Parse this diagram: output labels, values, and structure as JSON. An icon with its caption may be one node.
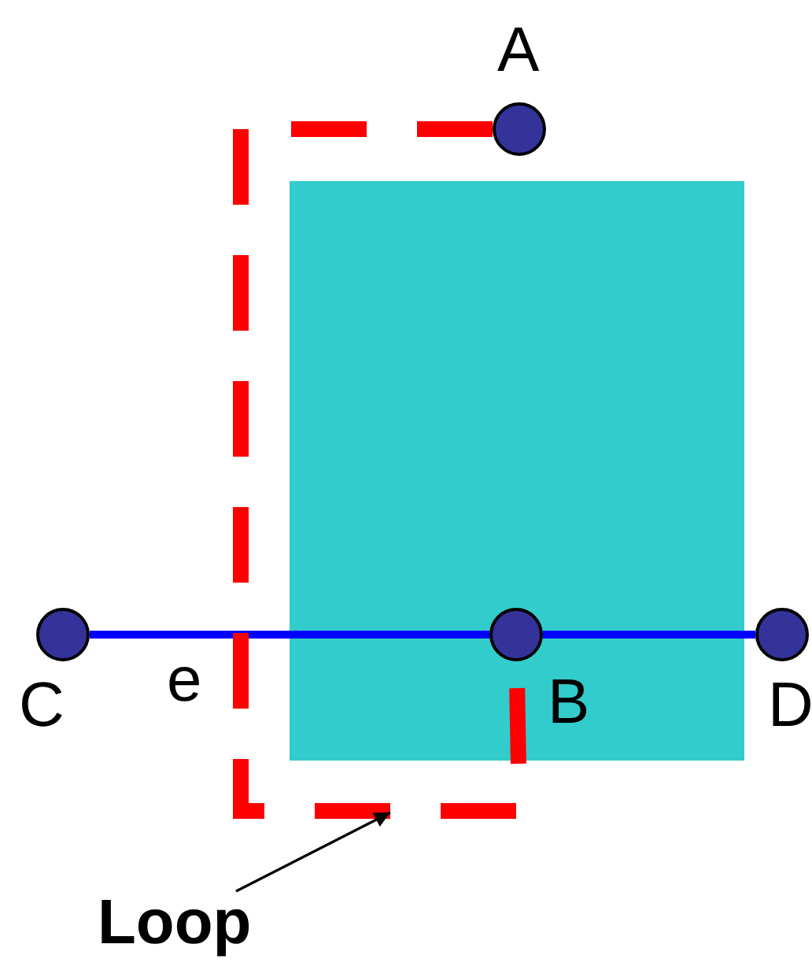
{
  "diagram": {
    "nodes": [
      {
        "text": [
          "A"
        ]
      },
      {
        "text": [
          "B"
        ]
      },
      {
        "text": [
          "C"
        ]
      },
      {
        "text": [
          "D"
        ]
      },
      {
        "text": [
          "Loop"
        ]
      }
    ],
    "edges": [
      {
        "from": 2,
        "to": 1,
        "arrow": "none",
        "color": "#0000ff"
      },
      {
        "from": 1,
        "to": 3,
        "arrow": "none",
        "color": "#0000ff"
      },
      {
        "from": 0,
        "to": 1,
        "arrow": "none",
        "style": "dashed",
        "color": "#ff0000"
      },
      {
        "from": 4,
        "to": null,
        "arrow": "to",
        "color": "#000000"
      }
    ],
    "labels": [
      "e"
    ]
  }
}
